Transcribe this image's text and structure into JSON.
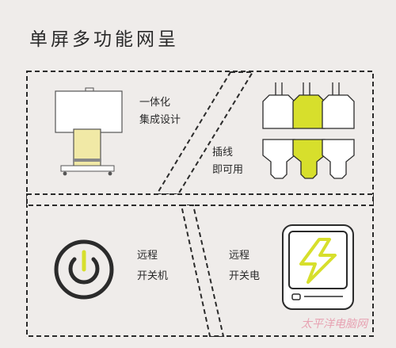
{
  "title": "单屏多功能网呈",
  "features": [
    {
      "line1": "一体化",
      "line2": "集成设计",
      "icon": "tv-stand-icon"
    },
    {
      "line1": "插线",
      "line2": "即可用",
      "icon": "plug-socket-icon"
    },
    {
      "line1": "远程",
      "line2": "开关机",
      "icon": "power-button-icon"
    },
    {
      "line1": "远程",
      "line2": "开关电",
      "icon": "lightning-power-icon"
    }
  ],
  "watermark": "太平洋电脑网",
  "colors": {
    "background": "#efecea",
    "line": "#2b2b2b",
    "accent": "#d7df2c",
    "tv_stand": "#f1e9a6"
  }
}
